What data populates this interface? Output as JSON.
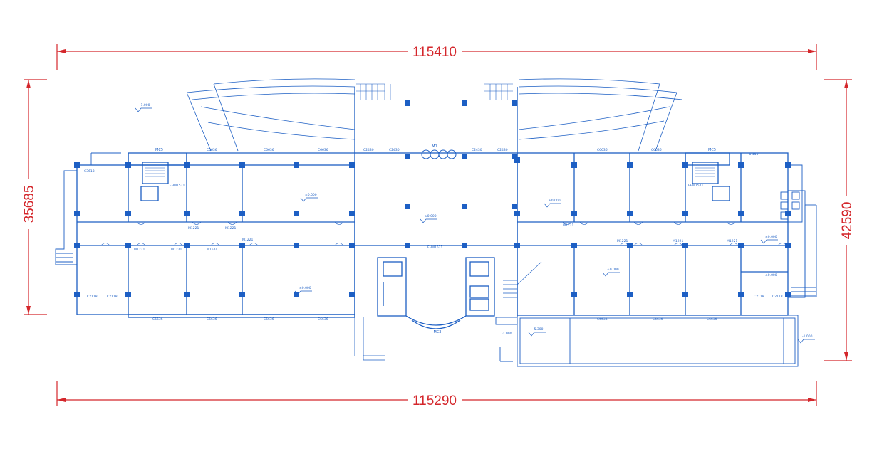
{
  "dimensions": {
    "top": "115410",
    "bottom": "115290",
    "left": "35685",
    "right": "42590"
  },
  "labels": {
    "mc5_left": "MC5",
    "mc5_right": "MC5",
    "m1": "M1",
    "mc3": "MC3",
    "c2430_a": "C2430",
    "c2430_b": "C2430",
    "c2430_c": "C2430",
    "c2430_d": "C2430",
    "c6636": "C6636",
    "c3618": "C3618",
    "c2118": "C2118",
    "m1221": "M1221",
    "m1524": "M1524",
    "fhm1521": "FHM1521",
    "fhm1621": "FHM1621",
    "level_000": "±0.000",
    "level_m1000": "-1.000",
    "level_m5300": "-5.300",
    "level_0450": "-0.450"
  },
  "colors": {
    "drawing": "#1d5fc4",
    "dimension": "#d4262b",
    "column": "#1d5fc4"
  }
}
